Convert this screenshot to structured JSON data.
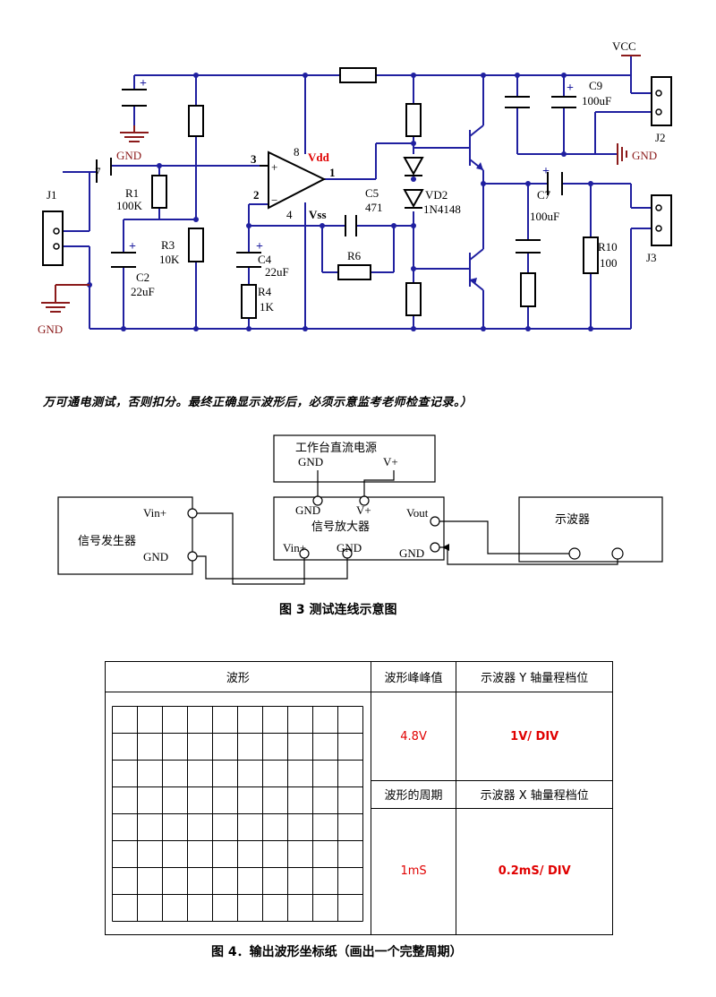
{
  "circuit": {
    "labels": {
      "vcc": "VCC",
      "c9": "C9",
      "c9_val": "100uF",
      "j2": "J2",
      "gnd_right": "GND",
      "gnd_top": "GND",
      "gnd_bottom": "GND",
      "j1": "J1",
      "r1": "R1",
      "r1_val": "100K",
      "c2": "C2",
      "c2_val": "22uF",
      "r3": "R3",
      "r3_val": "10K",
      "pin3": "3",
      "pin2": "2",
      "pin8": "8",
      "pin1": "1",
      "pin4": "4",
      "vdd": "Vdd",
      "vss": "Vss",
      "plus": "+",
      "minus": "−",
      "c4": "C4",
      "c4_val": "22uF",
      "r4": "R4",
      "r4_val": "1K",
      "c5": "C5",
      "c5_val": "471",
      "r6": "R6",
      "vd2": "VD2",
      "vd2_val": "1N4148",
      "c7": "C7",
      "c7_val": "100uF",
      "r10": "R10",
      "r10_val": "100",
      "j3": "J3",
      "mark": "7"
    },
    "colors": {
      "wire": "#2020a0",
      "gnd": "#8b1a1a",
      "red": "#e00000"
    }
  },
  "notice": "万可通电测试，否则扣分。最终正确显示波形后，必须示意监考老师检查记录。）",
  "wiring": {
    "power_supply": {
      "title": "工作台直流电源",
      "gnd": "GND",
      "vplus": "V+"
    },
    "amplifier": {
      "title": "信号放大器",
      "gnd_top": "GND",
      "vplus": "V+",
      "vout": "Vout",
      "vin": "Vin+",
      "gnd_bottom": "GND",
      "gnd_right": "GND"
    },
    "generator": {
      "title": "信号发生器",
      "vin": "Vin+",
      "gnd": "GND"
    },
    "scope": {
      "title": "示波器"
    },
    "caption": "图 3   测试连线示意图"
  },
  "record_table": {
    "header_waveform": "波形",
    "header_pp": "波形峰峰值",
    "header_y": "示波器 Y 轴量程档位",
    "pp_value": "4.8V",
    "y_value": "1V/ DIV",
    "header_period": "波形的周期",
    "header_x": "示波器 X 轴量程档位",
    "period_value": "1mS",
    "x_value": "0.2mS/ DIV",
    "caption": "图 4．输出波形坐标纸（画出一个完整周期）"
  }
}
